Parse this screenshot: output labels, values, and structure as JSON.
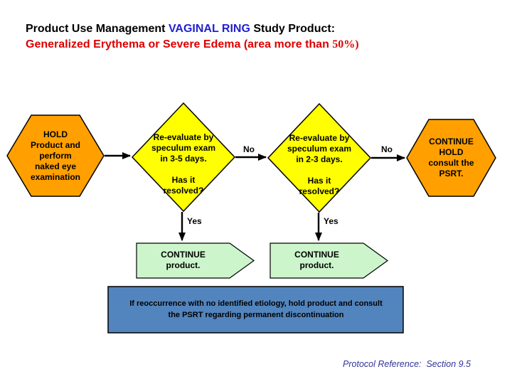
{
  "slide": {
    "title": {
      "line1_part1": "Product Use Management ",
      "line1_highlight": "VAGINAL RING",
      "line1_part2": " Study Product:",
      "line2_main": "Generalized Erythema or Severe Edema (area more than ",
      "line2_serif": "50%)"
    },
    "shapes": {
      "hold_hexagon": "HOLD\nProduct and\nperform\nnaked eye\nexamination",
      "reevaluate_3_5_diamond": "Re-evaluate by\nspeculum exam\nin 3-5 days.\n\nHas it\nresolved?",
      "reevaluate_2_3_diamond": "Re-evaluate by\nspeculum exam\nin 2-3 days.\n\nHas it\nresolved?",
      "continue_hold_hexagon": "CONTINUE\nHOLD\nconsult the\nPSRT.",
      "continue_product_left": "CONTINUE\nproduct.",
      "continue_product_right": "CONTINUE\nproduct.",
      "reoccurrence_note": "If reoccurrence with no identified etiology, hold product and consult\nthe PSRT regarding permanent discontinuation"
    },
    "labels": {
      "no_1": "No",
      "no_2": "No",
      "yes_1": "Yes",
      "yes_2": "Yes"
    },
    "footer": "Protocol Reference:  Section 9.5",
    "colors": {
      "hexagon_fill": "#ffa000",
      "diamond_fill": "#ffff00",
      "pentagon_fill": "#ccf5cc",
      "note_fill": "#5284bd",
      "title_highlight": "#2222cc",
      "title_line2": "#dd0000",
      "footer_text": "#333399",
      "stroke": "#000000"
    }
  }
}
